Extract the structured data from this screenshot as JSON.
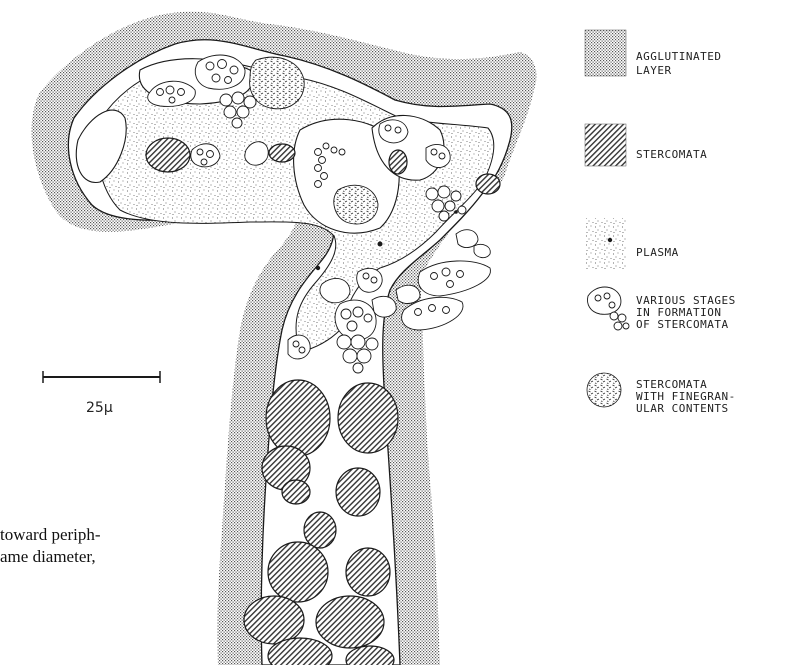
{
  "scale_bar": {
    "label": "25μ"
  },
  "legend": [
    {
      "id": "agglutinated",
      "line1": "AGGLUTINATED",
      "line2": "LAYER",
      "line3": ""
    },
    {
      "id": "stercomata",
      "line1": "STERCOMATA",
      "line2": "",
      "line3": ""
    },
    {
      "id": "plasma",
      "line1": "PLASMA",
      "line2": "",
      "line3": ""
    },
    {
      "id": "stages",
      "line1": "VARIOUS STAGES",
      "line2": "IN FORMATION",
      "line3": "OF STERCOMATA"
    },
    {
      "id": "finegranular",
      "line1": "STERCOMATA",
      "line2": "WITH FINEGRAN-",
      "line3": "ULAR CONTENTS"
    }
  ],
  "body_text": {
    "line1": "toward periph-",
    "line2": "ame diameter,"
  },
  "colors": {
    "ink": "#1a1a1a",
    "paper": "#ffffff",
    "stipple": "#9a9a9a"
  }
}
